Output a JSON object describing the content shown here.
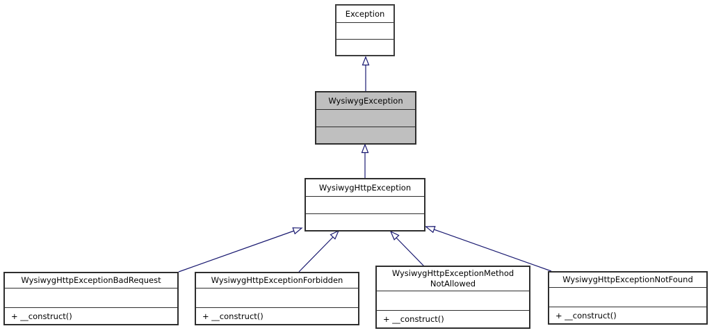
{
  "diagram": {
    "type": "uml-class-inheritance-graph",
    "colors": {
      "background": "#ffffff",
      "arrow": "#191970",
      "node_border": "#2e2e2e",
      "external_node_border": "#3d3d3d",
      "highlighted_node_fill": "#bfbfbf",
      "node_fill": "#ffffff",
      "text": "#000000"
    },
    "nodes": {
      "exception": {
        "title": "Exception",
        "attributes": "",
        "methods": ""
      },
      "wysiwyg_exception": {
        "title": "WysiwygException",
        "attributes": "",
        "methods": "",
        "highlighted": true
      },
      "wysiwyg_http_exception": {
        "title": "WysiwygHttpException",
        "attributes": "",
        "methods": ""
      },
      "bad_request": {
        "title": "WysiwygHttpExceptionBadRequest",
        "attributes": "",
        "methods": "+ __construct()"
      },
      "forbidden": {
        "title": "WysiwygHttpExceptionForbidden",
        "attributes": "",
        "methods": "+ __construct()"
      },
      "method_not_allowed": {
        "title": "WysiwygHttpExceptionMethod\nNotAllowed",
        "attributes": "",
        "methods": "+ __construct()"
      },
      "not_found": {
        "title": "WysiwygHttpExceptionNotFound",
        "attributes": "",
        "methods": "+ __construct()"
      }
    },
    "relations": [
      {
        "child": "WysiwygException",
        "parent": "Exception",
        "type": "inheritance"
      },
      {
        "child": "WysiwygHttpException",
        "parent": "WysiwygException",
        "type": "inheritance"
      },
      {
        "child": "WysiwygHttpExceptionBadRequest",
        "parent": "WysiwygHttpException",
        "type": "inheritance"
      },
      {
        "child": "WysiwygHttpExceptionForbidden",
        "parent": "WysiwygHttpException",
        "type": "inheritance"
      },
      {
        "child": "WysiwygHttpExceptionMethodNotAllowed",
        "parent": "WysiwygHttpException",
        "type": "inheritance"
      },
      {
        "child": "WysiwygHttpExceptionNotFound",
        "parent": "WysiwygHttpException",
        "type": "inheritance"
      }
    ]
  }
}
